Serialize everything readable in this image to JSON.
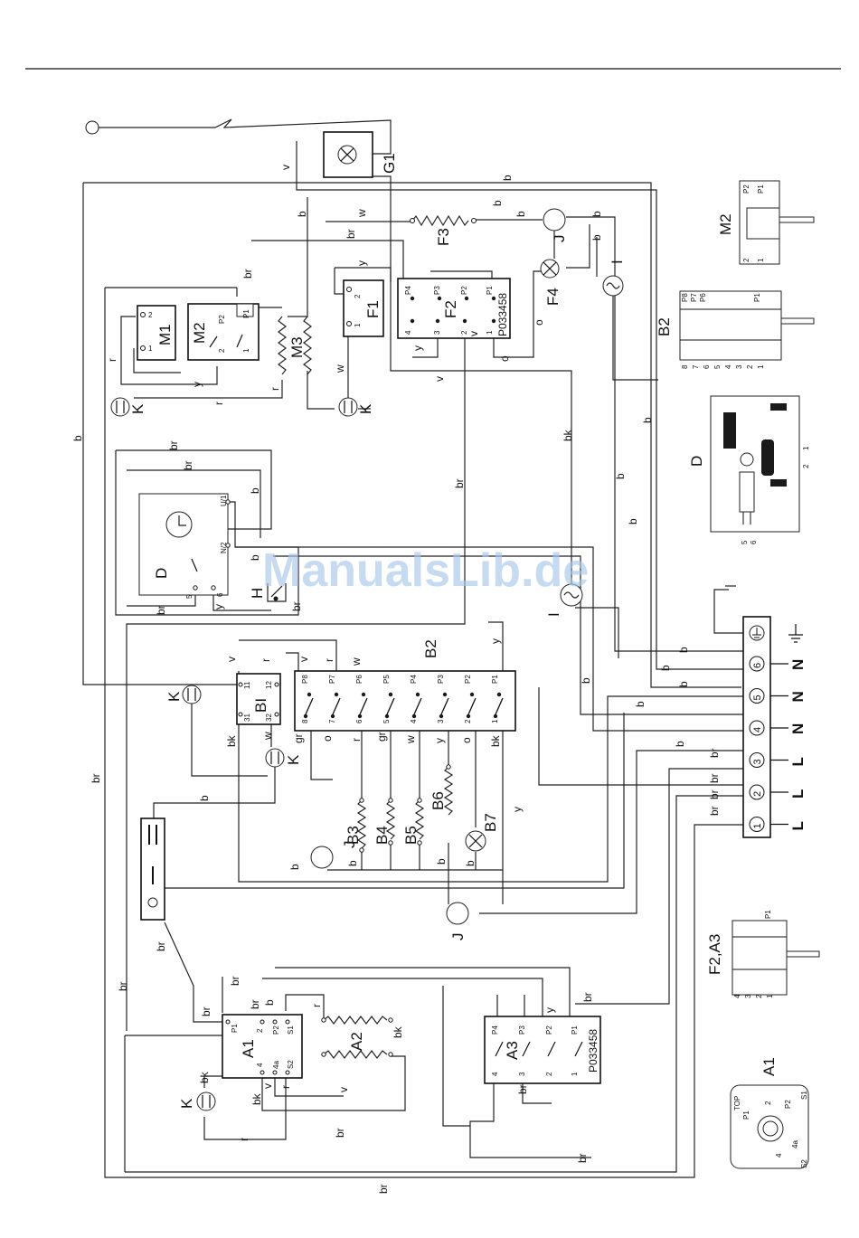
{
  "watermark": "ManualsLib.de",
  "colors": {
    "wire": "#222222",
    "watermark": "#a9c7ec"
  },
  "components": {
    "G1": "G1",
    "M1": "M1",
    "M2": "M2",
    "M3": "M3",
    "F1": "F1",
    "F2": "F2",
    "F3": "F3",
    "F4": "F4",
    "J": "J",
    "I": "I",
    "K": "K",
    "D": "D",
    "H": "H",
    "B2": "B2",
    "BI": "BI",
    "B3": "B3",
    "B4": "B4",
    "B5": "B5",
    "B6": "B6",
    "B7": "B7",
    "A1": "A1",
    "A2": "A2",
    "A3": "A3"
  },
  "part_codes": {
    "f2": "P033458",
    "a3": "P033458"
  },
  "terminal_labels": [
    "N",
    "N",
    "N",
    "L",
    "L",
    "L"
  ],
  "terminal_numbers": [
    "6",
    "5",
    "4",
    "3",
    "2",
    "1"
  ],
  "pins": {
    "m1": [
      "2",
      "1"
    ],
    "m2": [
      "P2",
      "P1",
      "2",
      "1"
    ],
    "f1": [
      "2",
      "1"
    ],
    "f2": [
      "P4",
      "P3",
      "P2",
      "P1",
      "4",
      "3",
      "2",
      "1"
    ],
    "d": [
      "U/1",
      "N/2",
      "5",
      "6"
    ],
    "bi": [
      "11",
      "12",
      "31",
      "32"
    ],
    "b2": [
      "P8",
      "P7",
      "P6",
      "P5",
      "P4",
      "P3",
      "P2",
      "P1",
      "8",
      "7",
      "6",
      "5",
      "4",
      "3",
      "2",
      "1"
    ],
    "a1": [
      "P1",
      "2",
      "P2",
      "S1",
      "4",
      "4a",
      "S2"
    ],
    "a3": [
      "P4",
      "P3",
      "P2",
      "P1",
      "4",
      "3",
      "2",
      "1"
    ]
  },
  "wire_colors": [
    "b",
    "br",
    "w",
    "y",
    "v",
    "r",
    "o",
    "bk",
    "gr"
  ],
  "insets": {
    "m2": {
      "title": "M2",
      "pins": [
        "P2",
        "P1",
        "2",
        "1"
      ]
    },
    "b2": {
      "title": "B2",
      "pins": [
        "P8",
        "P7",
        "P6",
        "P1",
        "8",
        "7",
        "6",
        "5",
        "4",
        "3",
        "2",
        "1"
      ]
    },
    "d": {
      "title": "D",
      "pins": [
        "2",
        "1",
        "5",
        "6"
      ]
    },
    "f2a3": {
      "title": "F2,A3",
      "pins": [
        "P1",
        "4",
        "3",
        "2",
        "1"
      ]
    },
    "a1": {
      "title": "A1",
      "pins": [
        "TOP",
        "P1",
        "2",
        "P2",
        "S1",
        "4",
        "4a",
        "S2"
      ]
    }
  }
}
